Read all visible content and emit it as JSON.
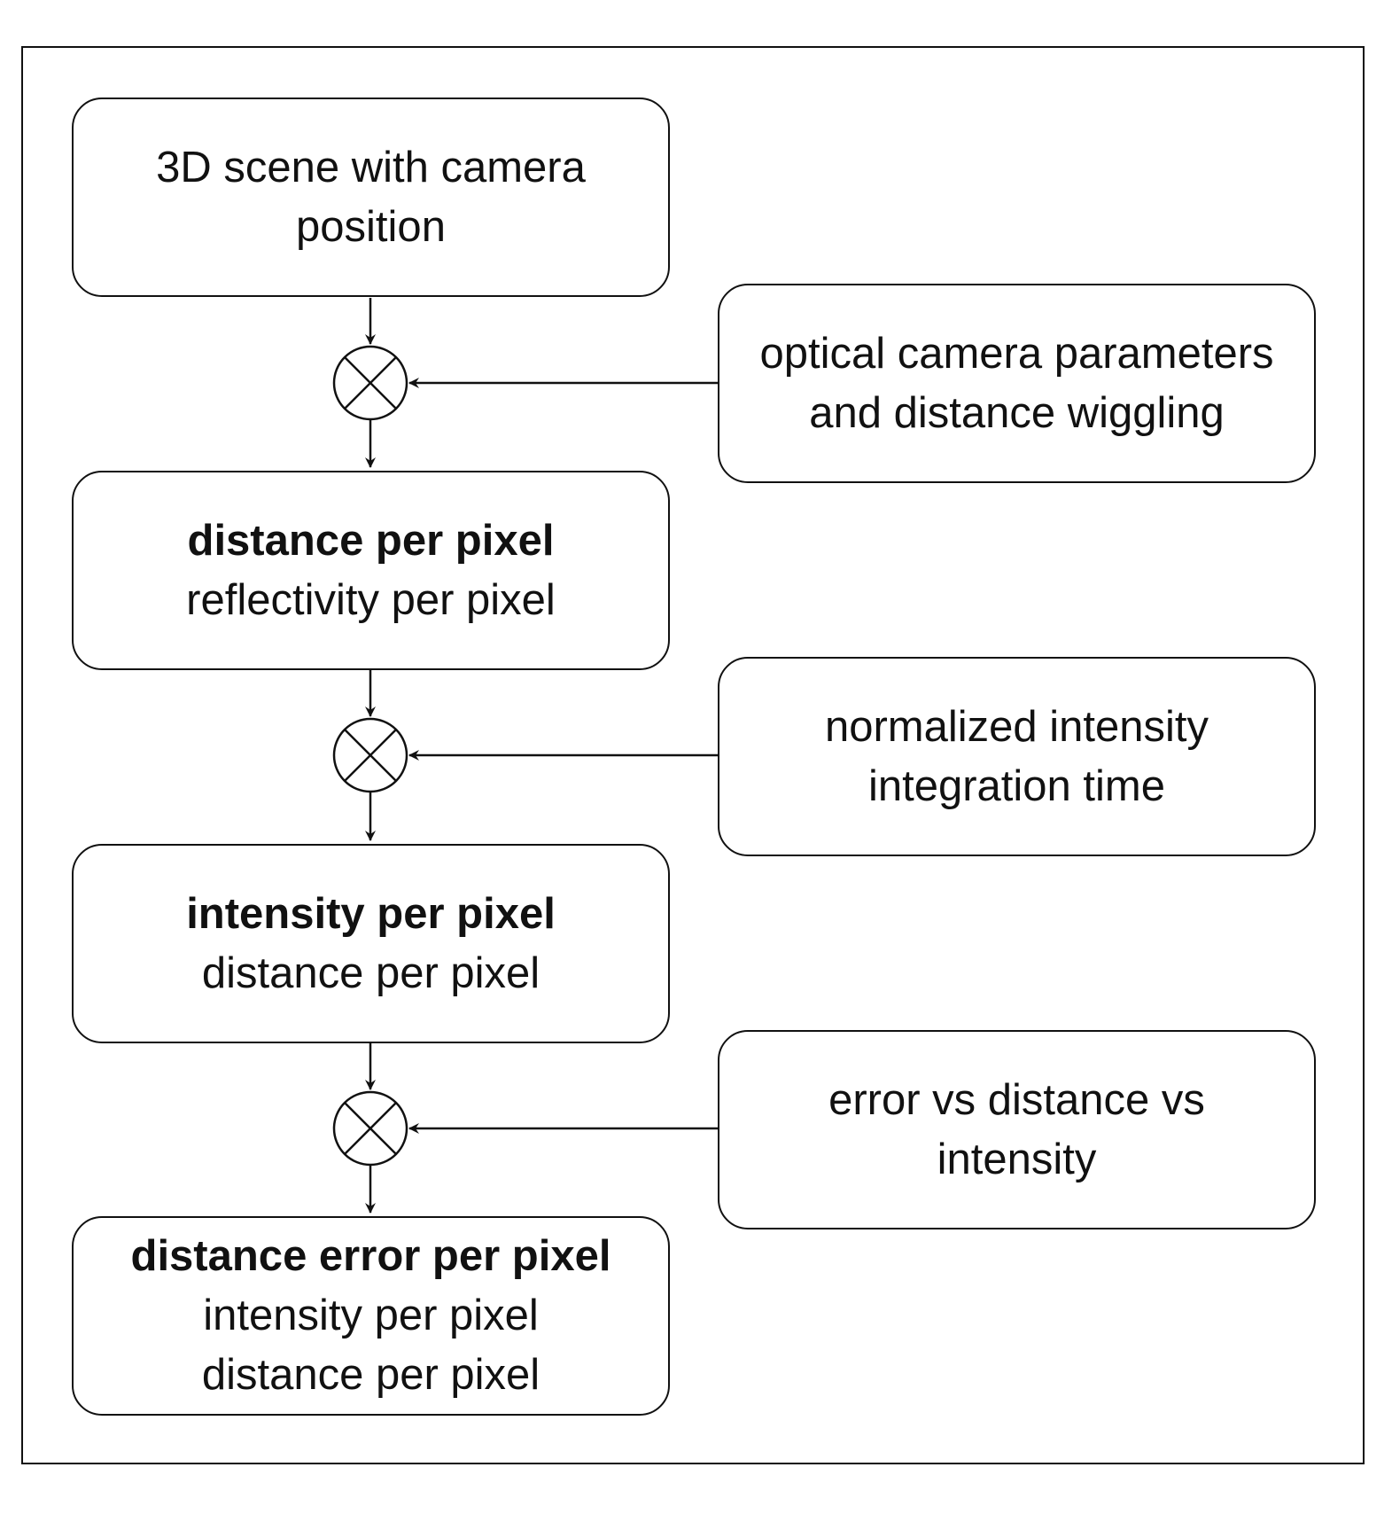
{
  "main_boxes": [
    {
      "lines": [
        "3D scene with camera",
        "position"
      ]
    },
    {
      "title": "distance per pixel",
      "lines": [
        "reflectivity per pixel"
      ]
    },
    {
      "title": "intensity per pixel",
      "lines": [
        "distance per pixel"
      ]
    },
    {
      "title": "distance error per pixel",
      "lines": [
        "intensity per pixel",
        "distance per pixel"
      ]
    }
  ],
  "side_boxes": [
    {
      "lines": [
        "optical camera parameters",
        "and distance wiggling"
      ]
    },
    {
      "lines": [
        "normalized intensity",
        "integration time"
      ]
    },
    {
      "lines": [
        "error vs distance vs",
        "intensity"
      ]
    }
  ],
  "combine_nodes": [
    {
      "icon": "multiply-junction-icon"
    },
    {
      "icon": "multiply-junction-icon"
    },
    {
      "icon": "multiply-junction-icon"
    }
  ],
  "colors": {
    "stroke": "#111111",
    "background": "#ffffff"
  }
}
